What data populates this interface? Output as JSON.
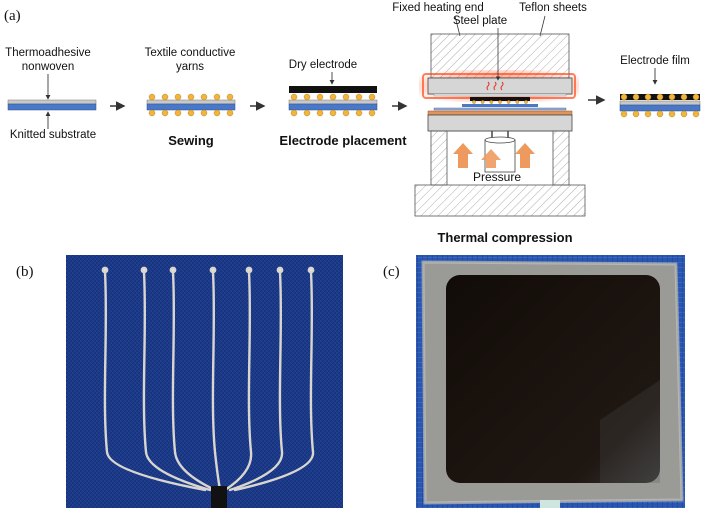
{
  "panel_labels": {
    "a": "(a)",
    "b": "(b)",
    "c": "(c)"
  },
  "labels": {
    "thermoadhesive_line1": "Thermoadhesive",
    "thermoadhesive_line2": "nonwoven",
    "knitted_substrate": "Knitted substrate",
    "textile_yarns_line1": "Textile conductive",
    "textile_yarns_line2": "yarns",
    "dry_electrode": "Dry electrode",
    "fixed_heating_end": "Fixed heating end",
    "steel_plate": "Steel plate",
    "teflon_sheets": "Teflon sheets",
    "pressure": "Pressure",
    "electrode_film": "Electrode film"
  },
  "steps": {
    "sewing": "Sewing",
    "electrode_placement": "Electrode placement",
    "thermal_compression": "Thermal compression"
  },
  "colors": {
    "substrate_blue": "#4a78c8",
    "nonwoven_gray": "#c8c8c8",
    "yarn_gold": "#f2b43a",
    "electrode_black": "#111111",
    "heat_glow": "#ff5a2a",
    "press_plate_orange": "#e0935a",
    "pressure_arrow": "#ee9a5e",
    "fabric_blue": "#1f3f8f"
  }
}
